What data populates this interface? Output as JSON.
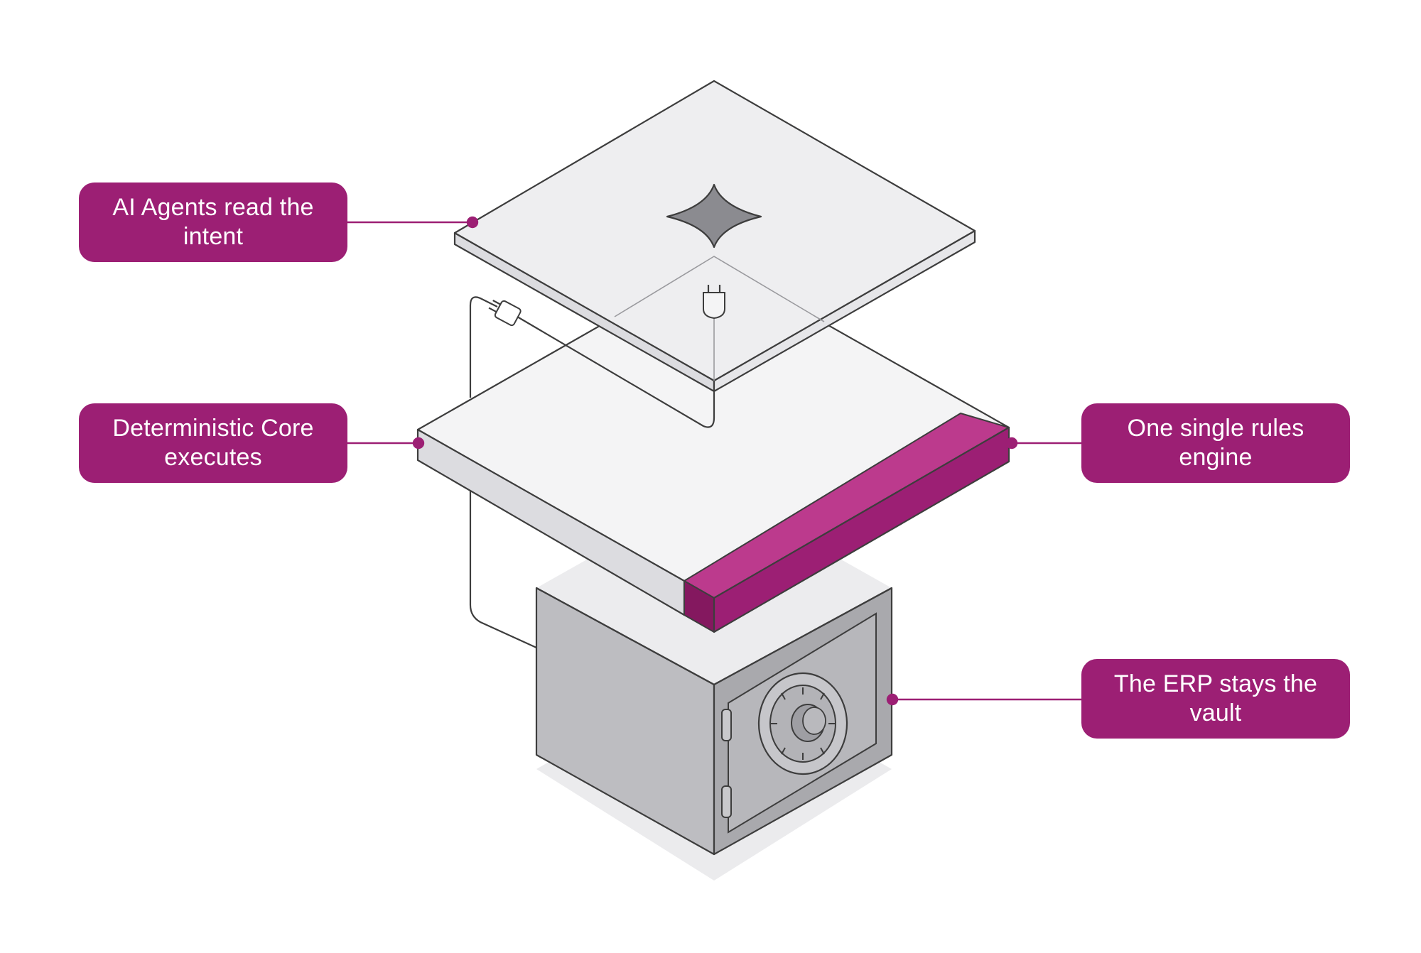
{
  "colors": {
    "accent": "#9c1f74",
    "accent_bright": "#bc3a8d",
    "accent_dark": "#84185f",
    "outline": "#3d3d3d",
    "panel_top": "#f1f1f2",
    "panel_side": "#dcdce0",
    "safe_front": "#bdbdc1",
    "safe_side": "#a8a8ac",
    "safe_top": "#ececee",
    "shadow": "#ebebed"
  },
  "icons": {
    "top_layer": "sparkle-star-icon",
    "connector_top": "power-plug-icon",
    "connector_side": "power-plug-icon",
    "safe_dial": "combination-dial-icon"
  },
  "labels": {
    "ai_agents": "AI Agents read the intent",
    "deterministic_core": "Deterministic Core executes",
    "rules_engine": "One single rules engine",
    "erp_vault": "The ERP stays the vault"
  }
}
